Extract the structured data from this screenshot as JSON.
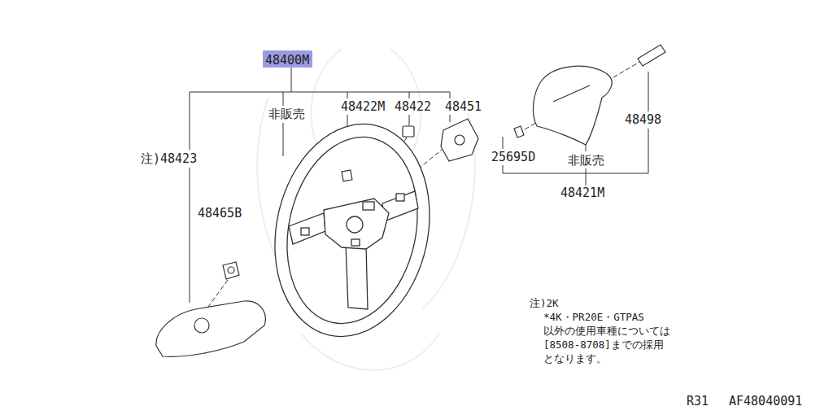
{
  "diagram": {
    "nodes": [
      {
        "text": [
          "48400M"
        ]
      }
    ],
    "labels": [
      "非販売",
      "48422M",
      "48422",
      "48451",
      "注)48423",
      "48465B",
      "48498",
      "25695D",
      "非販売",
      "48421M",
      "注)2K",
      "*4K・PR20E・GTPAS",
      "以外の使用車種については",
      "[8508-8708]までの採用",
      "となります。",
      "R31",
      "AF48040091"
    ]
  }
}
